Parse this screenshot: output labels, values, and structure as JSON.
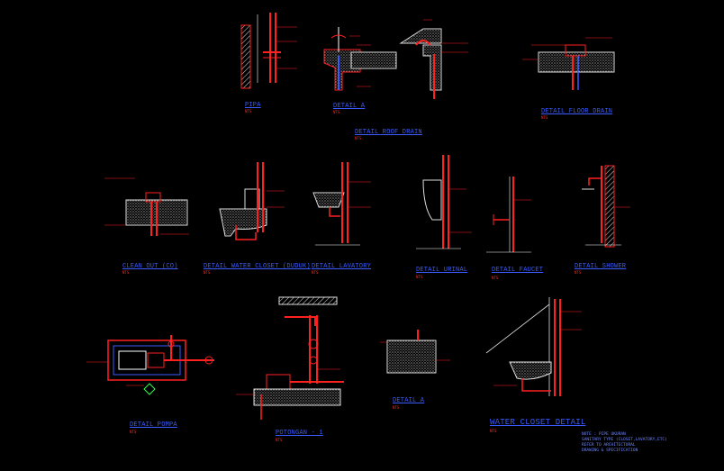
{
  "drawing": {
    "row1": {
      "pipe_label": "PIPA",
      "detail_a": "DETAIL A",
      "roof_drain": "DETAIL ROOF DRAIN",
      "floor_drain": "DETAIL FLOOR DRAIN"
    },
    "row2": {
      "clean_out": "CLEAN OUT (CO)",
      "water_closet_duduk": "DETAIL WATER CLOSET (DUDUK)",
      "lavatory": "DETAIL LAVATORY",
      "urinal": "DETAIL URINAL",
      "faucet": "DETAIL FAUCET",
      "shower": "DETAIL SHOWER"
    },
    "row3": {
      "pompa": "DETAIL POMPA",
      "potongan": "POTONGAN - 1",
      "detail_a2": "DETAIL A",
      "water_closet": "WATER CLOSET DETAIL"
    },
    "scale": "NTS",
    "notes": [
      "NOTE : PIPE UKURAN",
      "SANITARY TYPE (CLOSET,LAVATORY,ETC)",
      "REFER TO ARCHITECTURAL",
      "DRAWING & SPECIFICATION"
    ],
    "colors": {
      "background": "#000000",
      "linework": "#ff2020",
      "title": "#3a5cff",
      "detail": "#ffffff"
    }
  }
}
